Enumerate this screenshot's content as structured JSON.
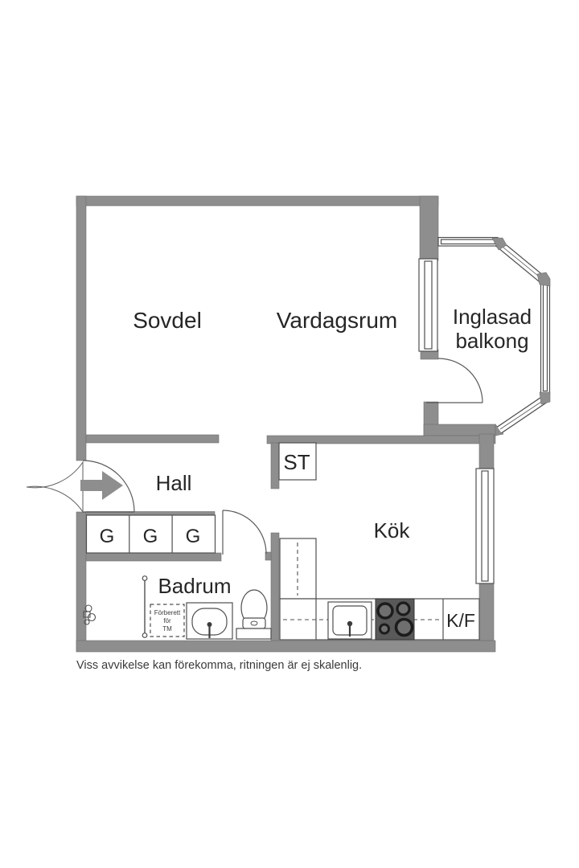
{
  "disclaimer": "Viss avvikelse kan förekomma, ritningen är ej skalenlig.",
  "rooms": {
    "sovdel": {
      "label": "Sovdel"
    },
    "vardagsrum": {
      "label": "Vardagsrum"
    },
    "balkong": {
      "label_line1": "Inglasad",
      "label_line2": "balkong"
    },
    "hall": {
      "label": "Hall"
    },
    "kok": {
      "label": "Kök"
    },
    "badrum": {
      "label": "Badrum"
    }
  },
  "closets": {
    "st": "ST",
    "g1": "G",
    "g2": "G",
    "g3": "G"
  },
  "kitchen": {
    "fridge_freezer_label": "K/F"
  },
  "bathroom": {
    "tm_line1": "Förberett",
    "tm_line2": "för",
    "tm_line3": "TM"
  },
  "colors": {
    "wall": "#8e8e8e",
    "outline": "#4f4f4f",
    "text": "#262626",
    "stove": "#595959",
    "background": "#ffffff"
  }
}
